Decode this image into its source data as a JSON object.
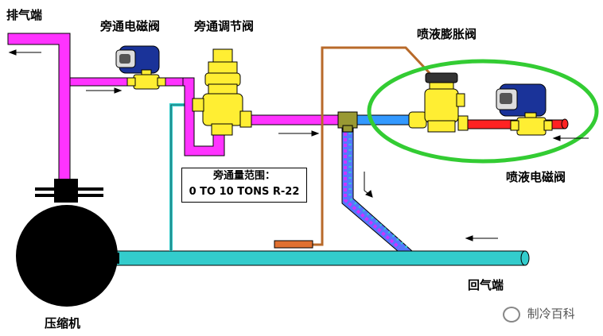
{
  "labels": {
    "exhaust": "排气端",
    "bypass_solenoid": "旁通电磁阀",
    "bypass_regulator": "旁通调节阀",
    "injection_expansion": "喷液膨胀阀",
    "injection_solenoid": "喷液电磁阀",
    "return": "回气端",
    "compressor": "压缩机"
  },
  "info_box": {
    "line1": "旁通量范围：",
    "line2": "0 TO 10 TONS R-22"
  },
  "watermark": "制冷百科",
  "colors": {
    "discharge_pipe": "#ff33ff",
    "suction_pipe": "#33cccc",
    "liquid_pipe": "#ff2222",
    "mixed_pipe": "#3399ff",
    "valve_body": "#ffee33",
    "solenoid_coil": "#1a3399",
    "highlight_ellipse": "#33cc33",
    "capillary": "#b86a2a"
  }
}
